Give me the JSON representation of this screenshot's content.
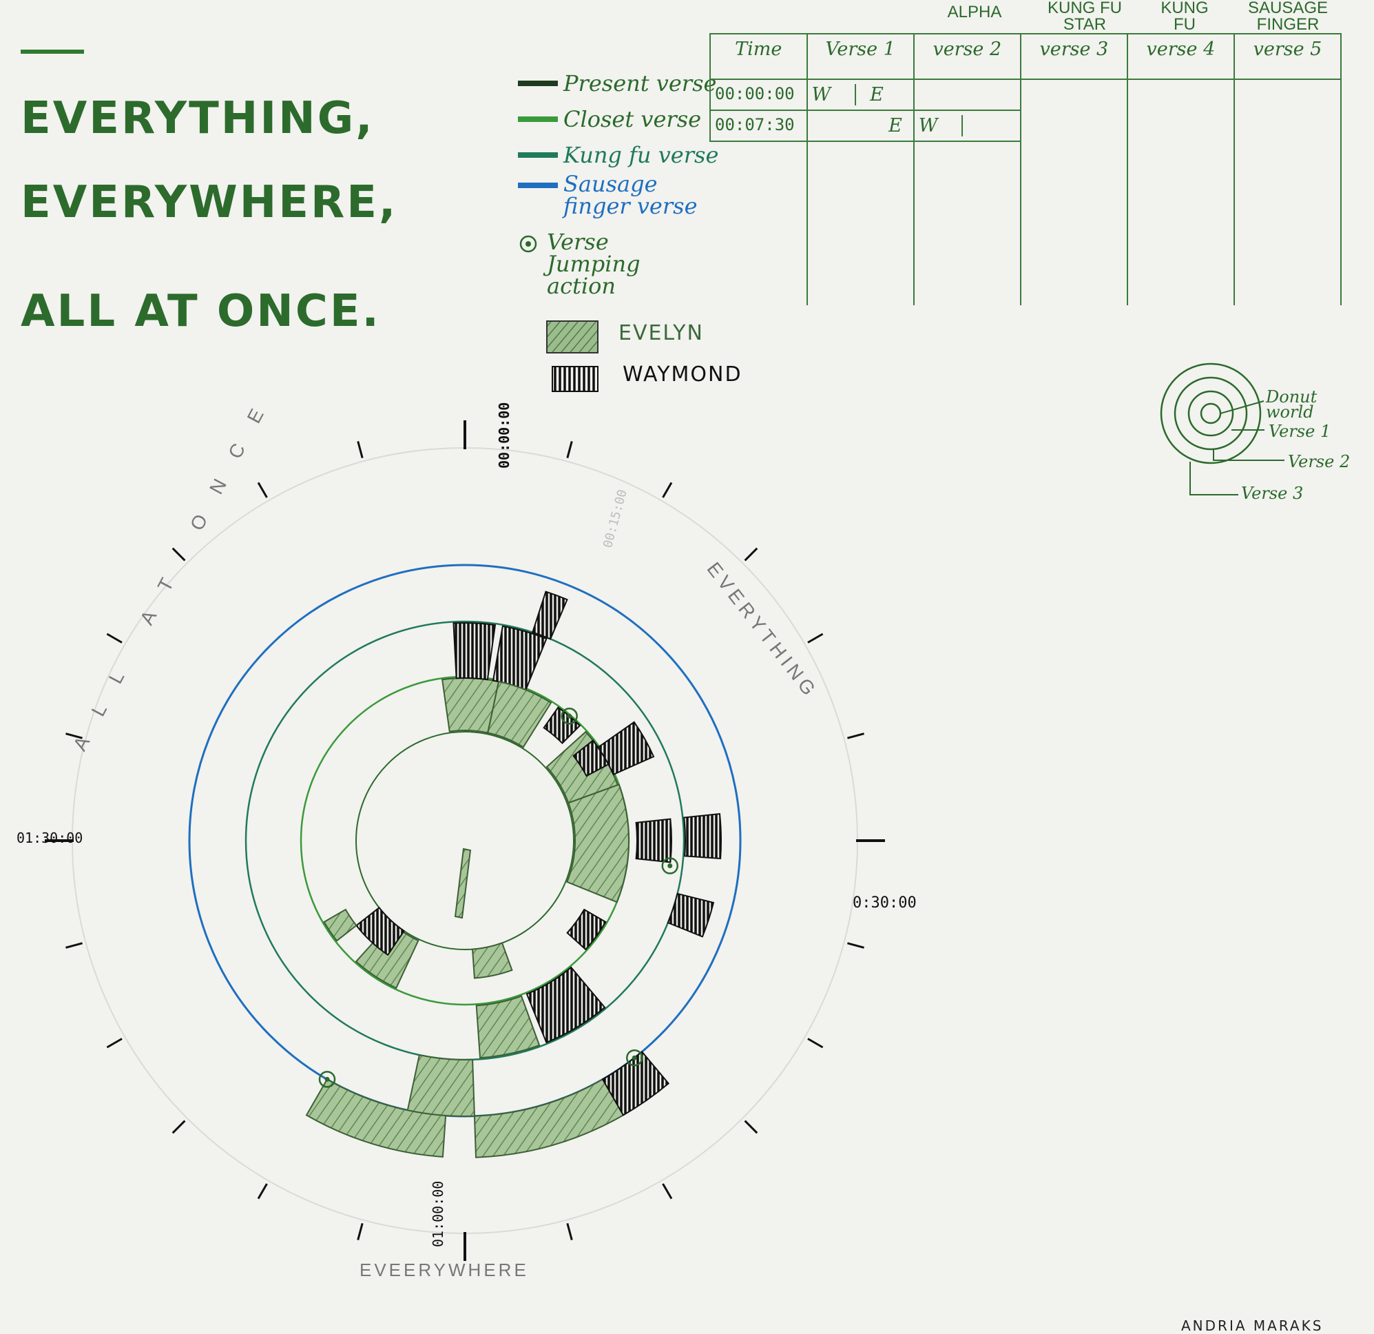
{
  "title": {
    "line1": "EVERYTHING,",
    "line2": "EVERYWHERE,",
    "line3": "ALL AT ONCE."
  },
  "verse_legend": [
    {
      "label": "Present verse",
      "color": "#1f3b1f"
    },
    {
      "label": "Closet verse",
      "color": "#3a9a3a"
    },
    {
      "label": "Kung fu verse",
      "color": "#1f7a5a"
    },
    {
      "label": "Sausage finger verse",
      "color": "#1f6fbf"
    }
  ],
  "jump_legend": {
    "label": "Verse Jumping action",
    "icon": "circled-dot-icon"
  },
  "character_legend": [
    {
      "label": "EVELYN",
      "pattern": "diagonal-hatch",
      "color": "#6a9a5a"
    },
    {
      "label": "WAYMOND",
      "pattern": "vertical-hatch",
      "color": "#1a1a1a"
    }
  ],
  "table": {
    "top_labels": [
      "ALPHA",
      "KUNG FU STAR",
      "KUNG FU",
      "SAUSAGE FINGER"
    ],
    "headers": [
      "Time",
      "Verse 1",
      "verse 2",
      "verse 3",
      "verse 4",
      "verse 5"
    ],
    "rows": [
      {
        "time": "00:00:00",
        "cells": [
          "W",
          "E"
        ]
      },
      {
        "time": "00:07:30",
        "cells": [
          "E",
          "W"
        ]
      }
    ]
  },
  "donut_key": {
    "labels": [
      "Donut world",
      "Verse 1",
      "Verse 2",
      "Verse 3"
    ]
  },
  "clock": {
    "time_labels": [
      "00:00:00",
      "00:15:00",
      "0:30:00",
      "01:00:00",
      "01:30:00"
    ],
    "arc_words": [
      "EVERYTHING",
      "EVEERYWHERE",
      "ALL AT ONCE"
    ]
  },
  "author": "ANDRIA MARAKS"
}
